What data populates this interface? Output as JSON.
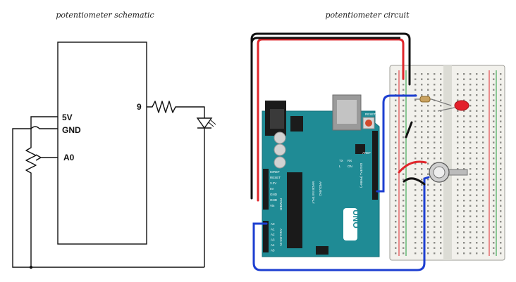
{
  "schematic": {
    "title": "potentiometer schematic",
    "pin_9": "9",
    "pin_5v": "5V",
    "pin_gnd": "GND",
    "pin_a0": "A0"
  },
  "circuit": {
    "title": "potentiometer circuit",
    "board_name": "UNO",
    "board_brand": "ARDUINO",
    "made_in": "MADE IN ITALY",
    "power_labels": [
      "IOREF",
      "RESET",
      "3.3V",
      "5V",
      "GND",
      "GND",
      "Vin"
    ],
    "analog_header": "POWER",
    "analog_in": "ANALOG IN",
    "analog_pins": [
      "A0",
      "A1",
      "A2",
      "A3",
      "A4",
      "A5"
    ],
    "digital_header": "DIGITAL (PWM~)",
    "led_labels": [
      "TX",
      "RX",
      "L",
      "ON"
    ],
    "aref": "AREF",
    "reset_btn": "RESET"
  },
  "colors": {
    "arduino_teal": "#1f8b95",
    "wire_red": "#e0262b",
    "wire_black": "#111111",
    "wire_blue": "#1d3fd1",
    "breadboard": "#f2f1ec",
    "led_red": "#e3202b"
  }
}
